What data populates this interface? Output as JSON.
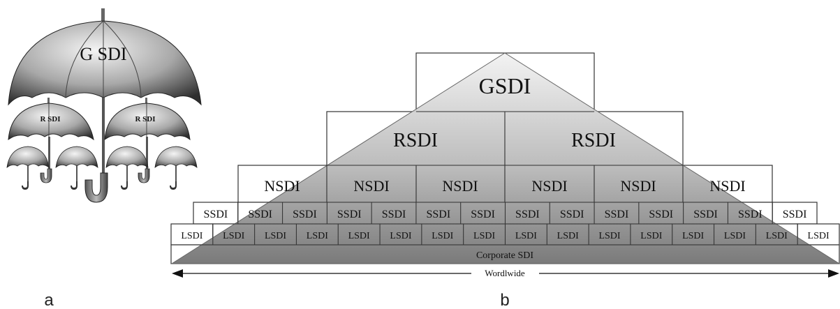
{
  "panel_a": {
    "letter": "a",
    "big_umbrella_label": "G SDI",
    "mid_umbrella_labels": [
      "R SDI",
      "R SDI"
    ]
  },
  "panel_b": {
    "letter": "b",
    "levels": {
      "global": [
        "GSDI"
      ],
      "regional": [
        "RSDI",
        "RSDI"
      ],
      "national": [
        "NSDI",
        "NSDI",
        "NSDI",
        "NSDI",
        "NSDI",
        "NSDI"
      ],
      "state": [
        "SSDI",
        "SSDI",
        "SSDI",
        "SSDI",
        "SSDI",
        "SSDI",
        "SSDI",
        "SSDI",
        "SSDI",
        "SSDI",
        "SSDI",
        "SSDI",
        "SSDI",
        "SSDI"
      ],
      "local": [
        "LSDI",
        "LSDI",
        "LSDI",
        "LSDI",
        "LSDI",
        "LSDI",
        "LSDI",
        "LSDI",
        "LSDI",
        "LSDI",
        "LSDI",
        "LSDI",
        "LSDI",
        "LSDI",
        "LSDI",
        "LSDI"
      ]
    },
    "corporate_label": "Corporate SDI",
    "worldwide_label": "Wordlwide"
  },
  "colors": {
    "triangle_top": "#f2f2f2",
    "triangle_bottom": "#7a7a7a",
    "umbrella_dark": "#3c3c3c",
    "umbrella_light": "#e6e6e6"
  }
}
